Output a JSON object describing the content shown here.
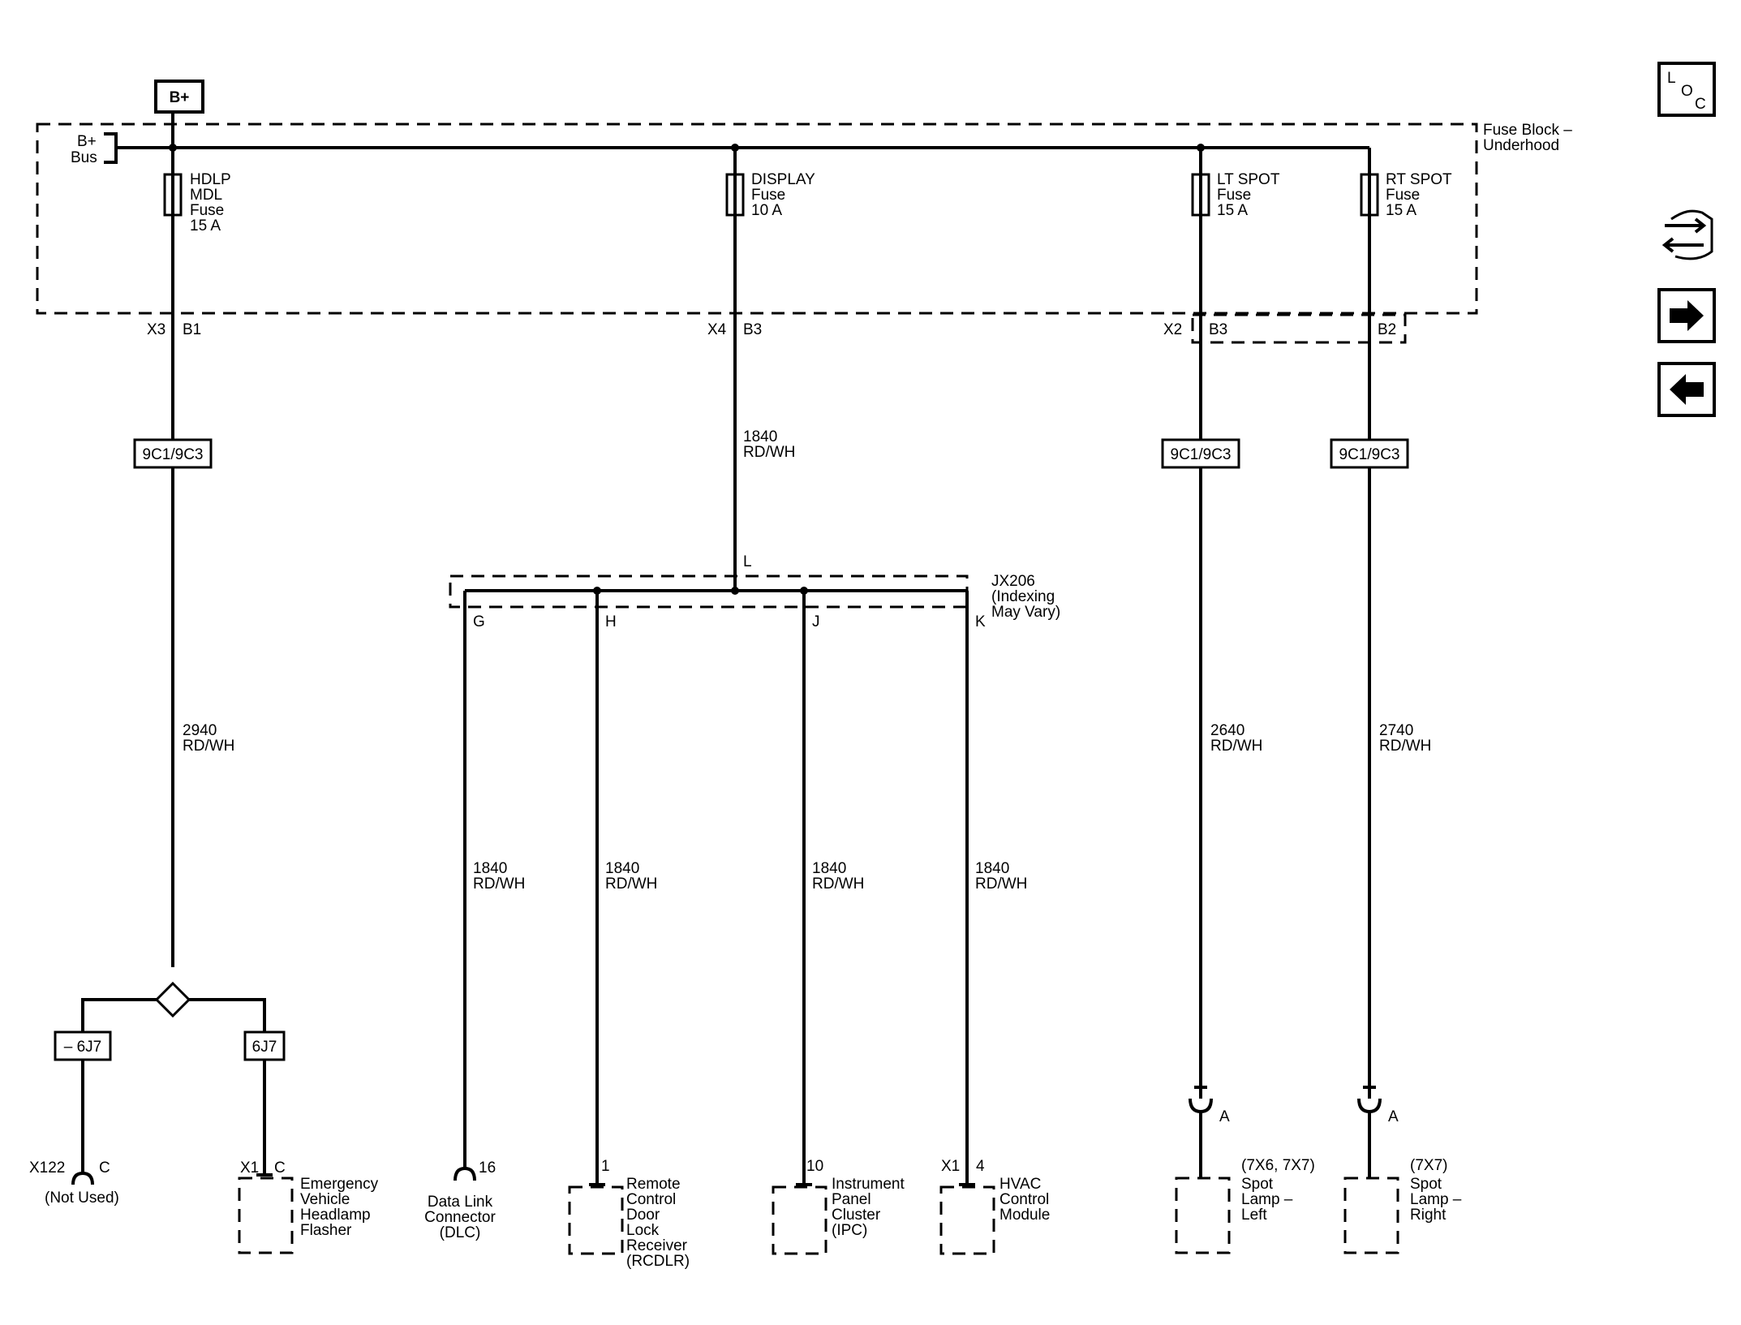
{
  "battery": {
    "label": "B+"
  },
  "fuse_block": {
    "name": [
      "Fuse Block –",
      "Underhood"
    ],
    "bus": [
      "B+",
      "Bus"
    ]
  },
  "fuses": [
    {
      "lines": [
        "HDLP",
        "MDL",
        "Fuse",
        "15 A"
      ]
    },
    {
      "lines": [
        "DISPLAY",
        "Fuse",
        "10 A"
      ]
    },
    {
      "lines": [
        "LT SPOT",
        "Fuse",
        "15 A"
      ]
    },
    {
      "lines": [
        "RT SPOT",
        "Fuse",
        "15 A"
      ]
    }
  ],
  "pins": {
    "hdlp_conn": "X3",
    "hdlp_pin": "B1",
    "display_conn": "X4",
    "display_pin": "B3",
    "lt_conn": "X2",
    "lt_pin": "B3",
    "rt_pin": "B2"
  },
  "option_codes": {
    "hdlp": "9C1/9C3",
    "lt": "9C1/9C3",
    "rt": "9C1/9C3",
    "neg": "– 6J7",
    "pos": "6J7"
  },
  "wires": {
    "display_feed": [
      "1840",
      "RD/WH"
    ],
    "hdlp": [
      "2940",
      "RD/WH"
    ],
    "lt": [
      "2640",
      "RD/WH"
    ],
    "rt": [
      "2740",
      "RD/WH"
    ],
    "splice_g": [
      "1840",
      "RD/WH"
    ],
    "splice_h": [
      "1840",
      "RD/WH"
    ],
    "splice_j": [
      "1840",
      "RD/WH"
    ],
    "splice_k": [
      "1840",
      "RD/WH"
    ]
  },
  "splice_pack": {
    "name": [
      "JX206",
      "(Indexing",
      "May Vary)"
    ],
    "input_pin": "L",
    "pins": [
      "G",
      "H",
      "J",
      "K"
    ]
  },
  "components": {
    "x122": {
      "conn": "X122",
      "pin": "C",
      "note": "(Not Used)"
    },
    "flasher": {
      "conn": "X1",
      "pin": "C",
      "name": [
        "Emergency",
        "Vehicle",
        "Headlamp",
        "Flasher"
      ]
    },
    "dlc": {
      "pin": "16",
      "name": [
        "Data Link",
        "Connector",
        "(DLC)"
      ]
    },
    "rcdlr": {
      "pin": "1",
      "name": [
        "Remote",
        "Control",
        "Door",
        "Lock",
        "Receiver",
        "(RCDLR)"
      ]
    },
    "ipc": {
      "pin": "10",
      "name": [
        "Instrument",
        "Panel",
        "Cluster",
        "(IPC)"
      ]
    },
    "hvac": {
      "conn": "X1",
      "pin": "4",
      "name": [
        "HVAC",
        "Control",
        "Module"
      ]
    },
    "spot_left": {
      "pin": "A",
      "codes": "(7X6, 7X7)",
      "name": [
        "Spot",
        "Lamp –",
        "Left"
      ]
    },
    "spot_right": {
      "pin": "A",
      "codes": "(7X7)",
      "name": [
        "Spot",
        "Lamp –",
        "Right"
      ]
    }
  },
  "nav": {
    "loc_letters": [
      "L",
      "O",
      "C"
    ],
    "icons": [
      "loc-icon",
      "swap-arrows-icon",
      "arrow-right-icon",
      "arrow-left-icon"
    ]
  }
}
